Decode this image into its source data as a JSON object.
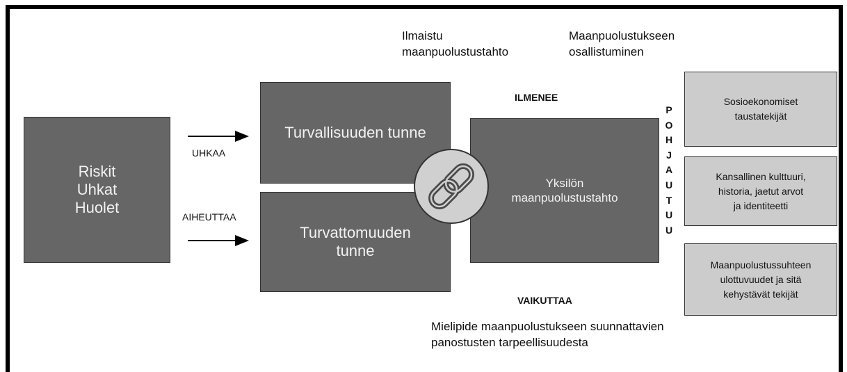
{
  "main_boxes": {
    "risks": "Riskit\nUhkat\nHuolet",
    "security": "Turvallisuuden tunne",
    "insecurity": "Turvattomuuden\ntunne",
    "will": "Yksilön\nmaanpuolustustahto"
  },
  "arrow_labels": {
    "top": "UHKAA",
    "bottom": "AIHEUTTAA"
  },
  "top_notes": {
    "expressed": "Ilmaistu\nmaanpuolustustahto",
    "participation": "Maanpuolustukseen\nosallistuminen"
  },
  "relation_labels": {
    "manifests": "ILMENEE",
    "affects": "VAIKUTTAA"
  },
  "bottom_note": "Mielipide maanpuolustukseen suunnattavien\npanostusten tarpeellisuudesta",
  "vertical_word": [
    "P",
    "O",
    "H",
    "J",
    "A",
    "U",
    "T",
    "U",
    "U"
  ],
  "side_boxes": {
    "socioeconomic": "Sosioekonomiset\ntaustatekijät",
    "culture": "Kansallinen kulttuuri,\nhistoria, jaetut arvot\nja identiteetti",
    "defense_relation": "Maanpuolustussuhteen\nulottuvuudet ja sitä\nkehystävät tekijät"
  },
  "colors": {
    "dark_box": "#666666",
    "light_box": "#cccccc",
    "link_circle": "#d0d0d0",
    "link_icon": "#4a4a4a"
  },
  "icons": {
    "link": "chain-link-icon"
  }
}
